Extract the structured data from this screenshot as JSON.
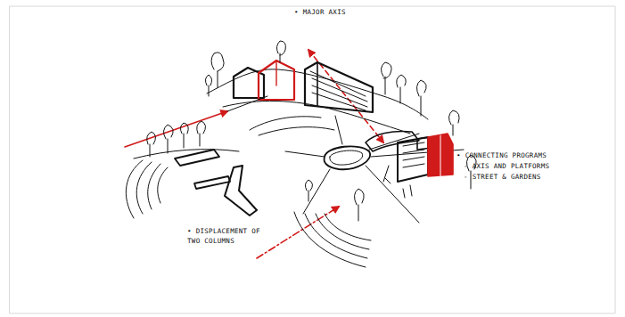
{
  "diagram": {
    "labels": [
      "• MAJOR AXIS",
      "• DISPLACEMENT OF TWO COLUMNS",
      "• CONNECTING PROGRAMS",
      "- AXIS AND PLATFORMS",
      "- STREET & GARDENS"
    ]
  }
}
